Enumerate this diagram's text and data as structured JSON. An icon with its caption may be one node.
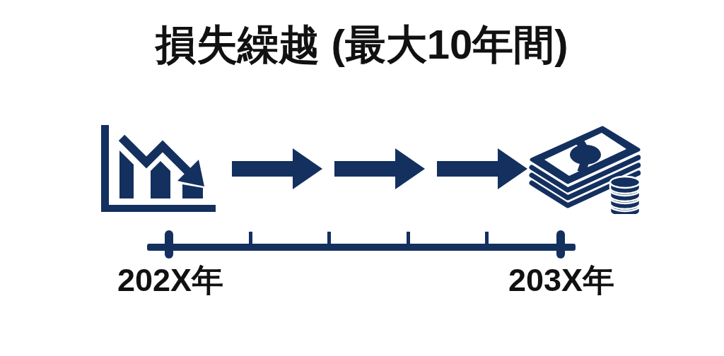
{
  "diagram": {
    "title": "損失繰越 (最大10年間)",
    "nodes": [
      {
        "text": [],
        "shape": "picture"
      },
      {
        "text": [],
        "shape": "picture"
      }
    ],
    "edges": [
      {
        "from": 0,
        "to": 1,
        "arrow": "to",
        "style": "dashed"
      }
    ],
    "labels": [
      "202X年",
      "203X年"
    ]
  }
}
